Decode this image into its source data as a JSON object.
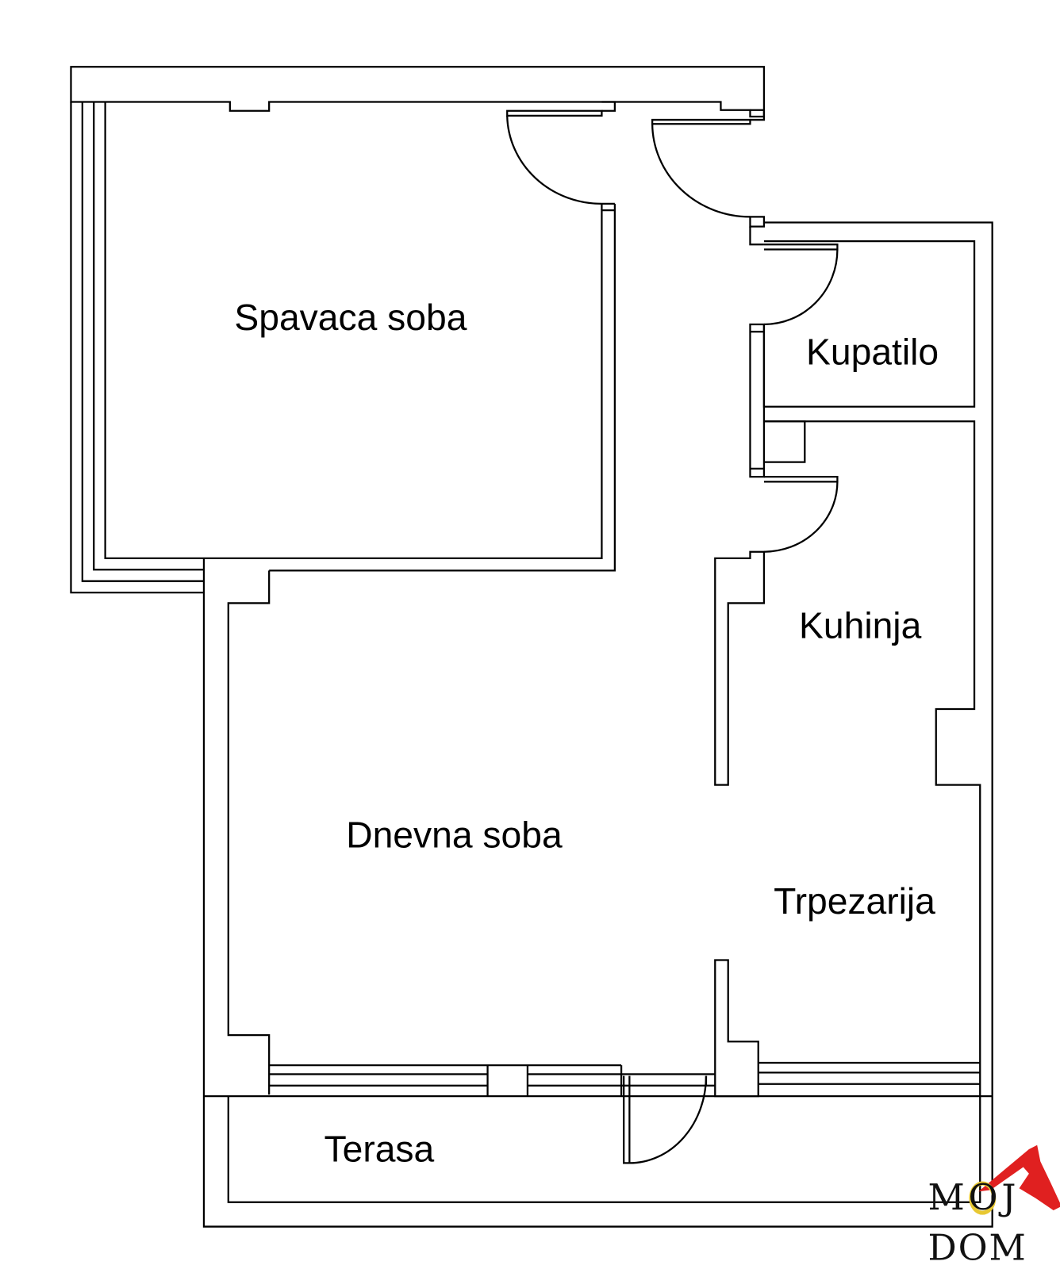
{
  "plan": {
    "rooms": {
      "bedroom": "Spavaca soba",
      "bathroom": "Kupatilo",
      "kitchen": "Kuhinja",
      "living_room": "Dnevna soba",
      "dining": "Trpezarija",
      "terrace": "Terasa"
    }
  },
  "logo": {
    "line1": "MOJ",
    "line2": "DOM",
    "roof_color": "#e02020",
    "ring_color": "#e8c832"
  }
}
